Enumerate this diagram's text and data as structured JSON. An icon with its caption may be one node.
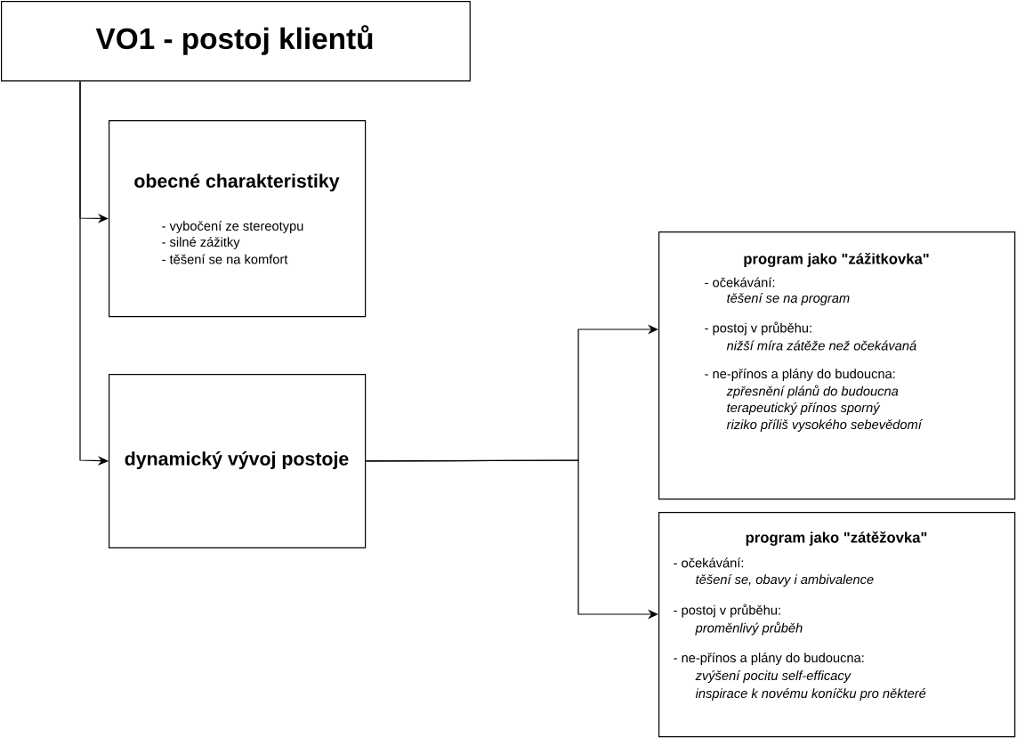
{
  "diagram": {
    "nodes": [
      {
        "text": [
          "VO1 - postoj klientů"
        ]
      },
      {
        "text": [
          "obecné charakteristiky",
          "- vybočení ze stereotypu",
          "- silné zážitky",
          "- těšení se na komfort"
        ]
      },
      {
        "text": [
          "dynamický vývoj postoje"
        ]
      },
      {
        "text": [
          "program jako \"zážitkovka\"",
          "- očekávání:",
          "těšení se na program",
          "- postoj v průběhu:",
          "nižší míra zátěže než očekávaná",
          "- ne-přínos a plány do budoucna:",
          "zpřesnění plánů do budoucna",
          "terapeutický přínos sporný",
          "riziko příliš vysokého sebevědomí"
        ]
      },
      {
        "text": [
          "program jako \"zátěžovka\"",
          "- očekávání:",
          "těšení se, obavy i ambivalence",
          "- postoj v průběhu:",
          "proměnlivý průběh",
          "- ne-přínos a plány do budoucna:",
          "zvýšení pocitu self-efficacy",
          "inspirace k novému koníčku pro některé"
        ]
      }
    ],
    "edges": [
      {
        "from": 0,
        "to": 1,
        "arrow": "to"
      },
      {
        "from": 0,
        "to": 2,
        "arrow": "to"
      },
      {
        "from": 2,
        "to": 3,
        "arrow": "to"
      },
      {
        "from": 2,
        "to": 4,
        "arrow": "to"
      }
    ]
  }
}
